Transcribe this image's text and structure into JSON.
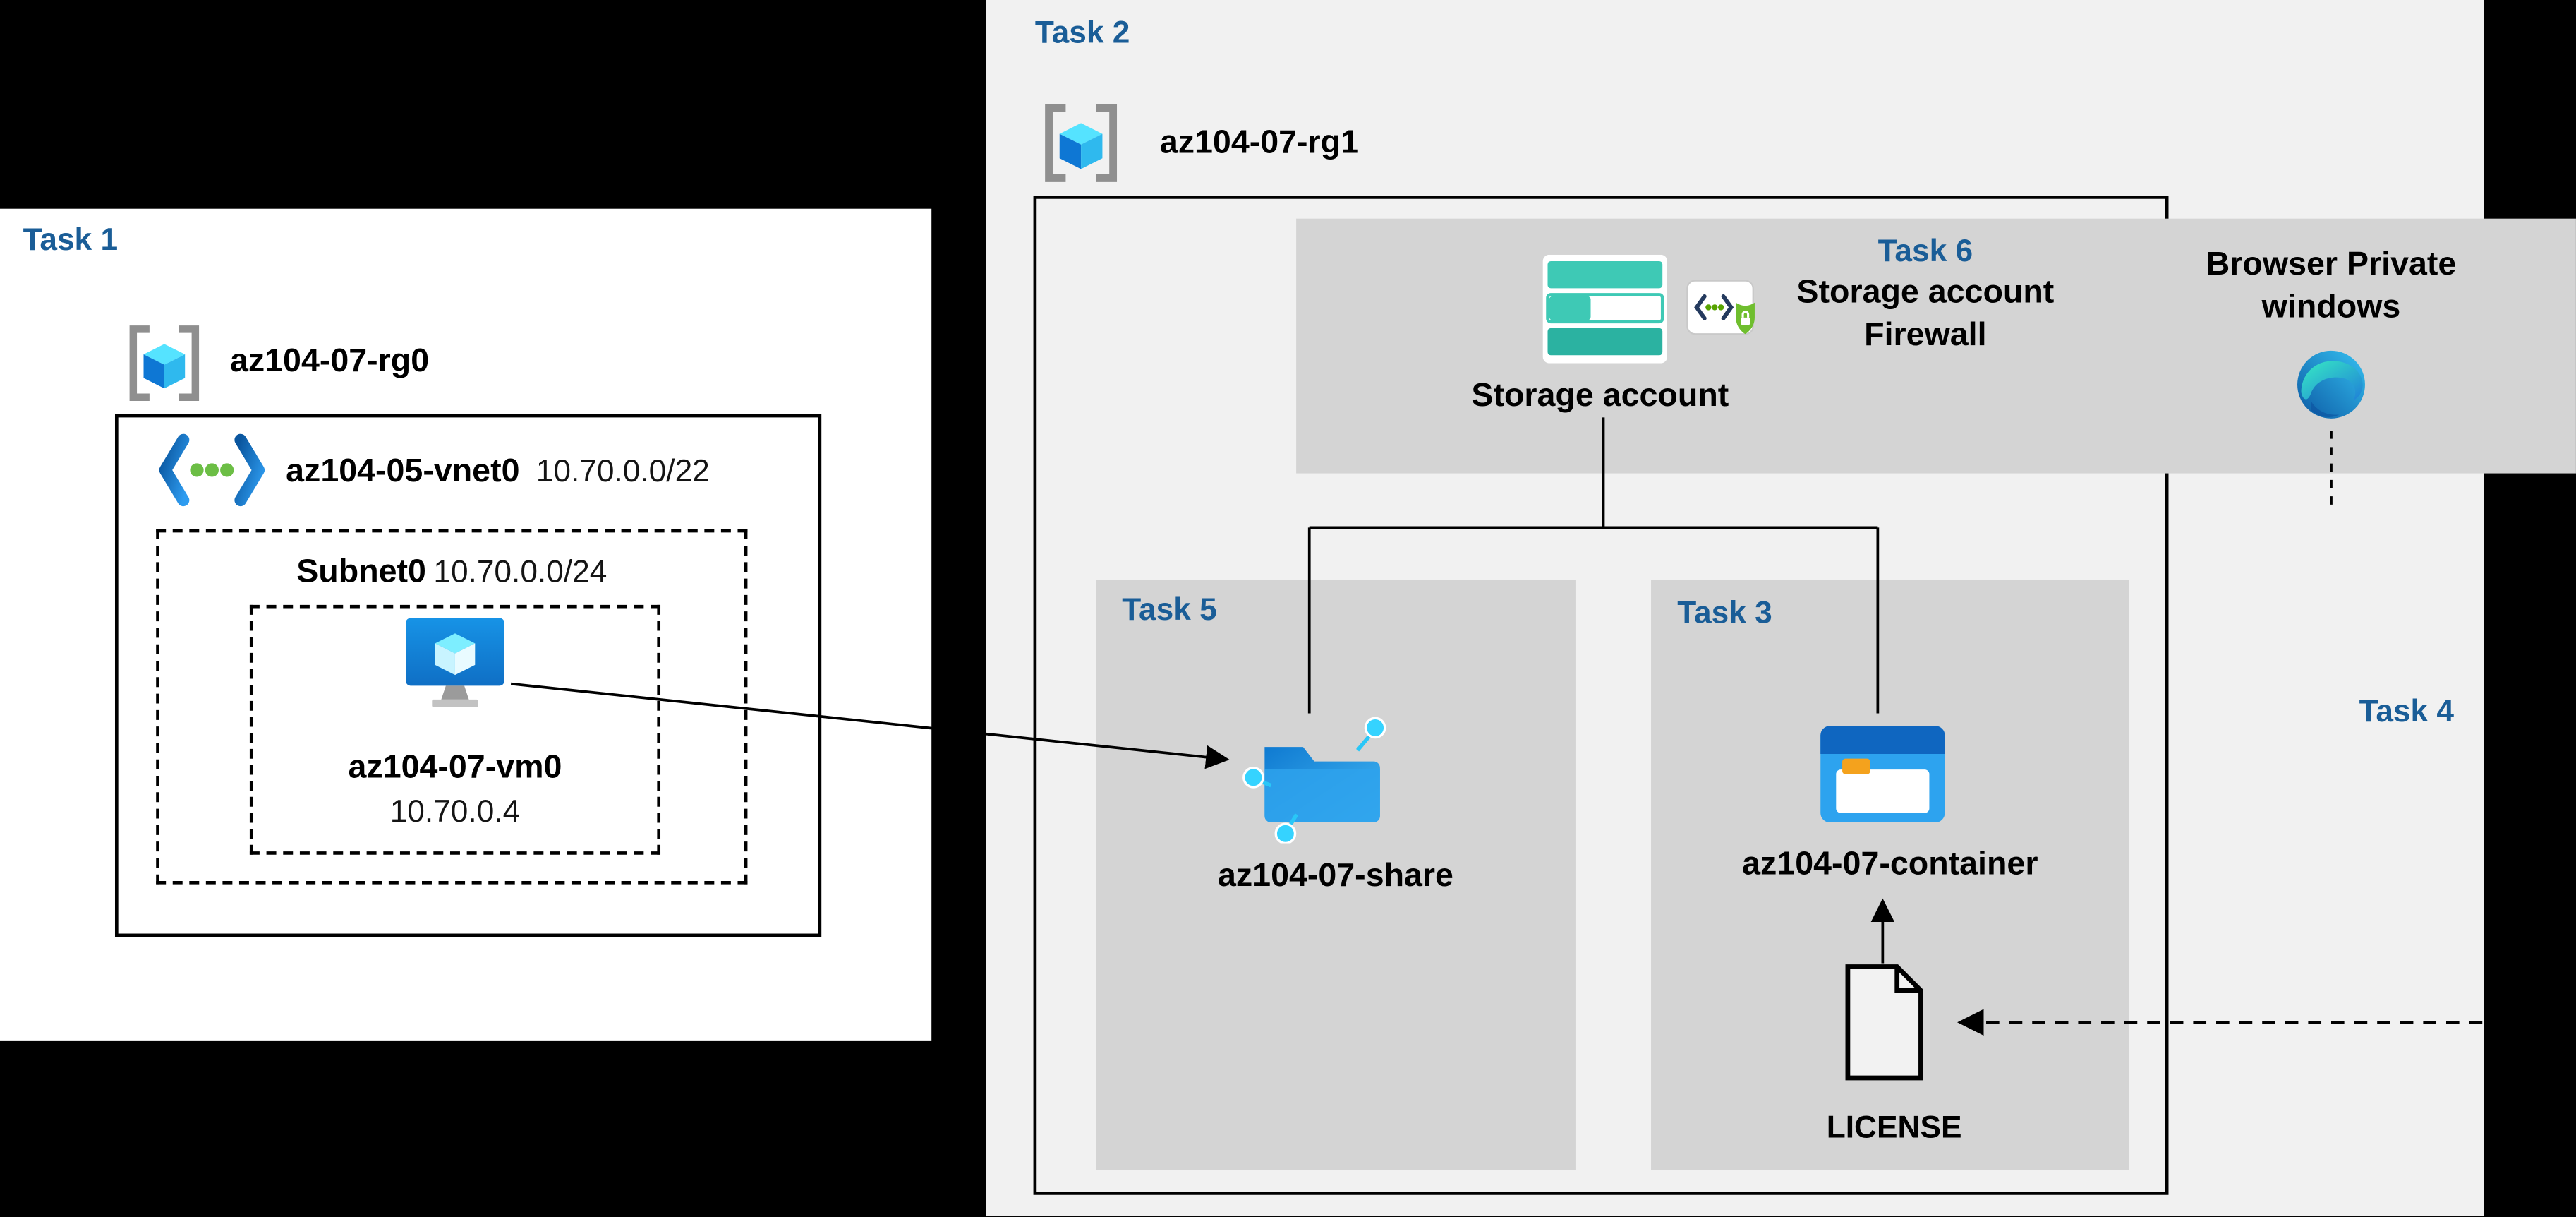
{
  "colors": {
    "background": "#000000",
    "task_label_blue": "#1a5d97",
    "task1_box": "#ffffff",
    "task2_box": "#f1f1f1",
    "band_gray": "#d4d4d4",
    "subtask_gray": "#d4d4d4",
    "line_black": "#000000"
  },
  "icons": {
    "resource_group": "resource-group-icon",
    "virtual_network": "vnet-icon",
    "virtual_machine": "vm-icon",
    "storage_account": "storage-account-icon",
    "firewall": "firewall-icon",
    "edge_browser": "edge-icon",
    "file_share": "file-share-icon",
    "blob_container": "blob-container-icon",
    "document": "document-icon"
  },
  "task1": {
    "label": "Task 1",
    "resource_group": "az104-07-rg0",
    "vnet": {
      "name": "az104-05-vnet0",
      "cidr": "10.70.0.0/22"
    },
    "subnet": {
      "name": "Subnet0",
      "cidr": "10.70.0.0/24"
    },
    "vm": {
      "name": "az104-07-vm0",
      "ip": "10.70.0.4"
    }
  },
  "task2": {
    "label": "Task 2",
    "resource_group": "az104-07-rg1",
    "storage": {
      "label": "Storage account"
    },
    "task6": {
      "label": "Task 6",
      "line1": "Storage account",
      "line2": "Firewall"
    },
    "browser": {
      "line1": "Browser Private",
      "line2": "windows"
    },
    "task4": {
      "label": "Task 4"
    },
    "task5": {
      "label": "Task 5",
      "share": "az104-07-share"
    },
    "task3": {
      "label": "Task 3",
      "container": "az104-07-container",
      "license": "LICENSE"
    }
  }
}
